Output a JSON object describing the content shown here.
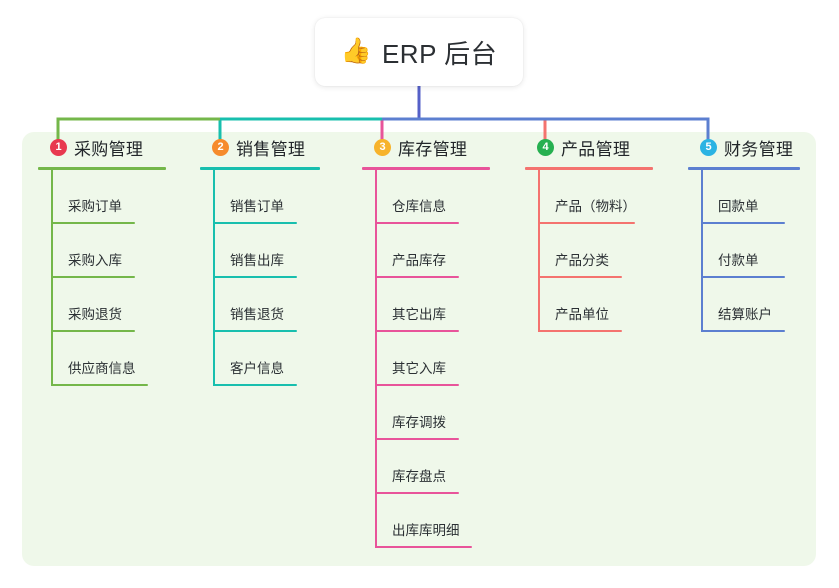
{
  "root": {
    "icon": "thumbs-up-icon",
    "icon_glyph": "👍",
    "title": "ERP 后台"
  },
  "colors": {
    "panel_background": "#eff8ea",
    "page_background": "#ffffff",
    "root_stem": "#5560c8",
    "col1": "#74b74a",
    "col2": "#18bfae",
    "col3": "#e8549a",
    "col4": "#f4736f",
    "col5": "#5c7fd0",
    "badge1": "#e8394f",
    "badge2": "#f68b2c",
    "badge3": "#f7b32b",
    "badge4": "#26b050",
    "badge5": "#2bb3e3"
  },
  "columns": [
    {
      "number": "1",
      "title": "采购管理",
      "badge_color": "#e8394f",
      "line_color": "#74b74a",
      "items": [
        "采购订单",
        "采购入库",
        "采购退货",
        "供应商信息"
      ]
    },
    {
      "number": "2",
      "title": "销售管理",
      "badge_color": "#f68b2c",
      "line_color": "#18bfae",
      "items": [
        "销售订单",
        "销售出库",
        "销售退货",
        "客户信息"
      ]
    },
    {
      "number": "3",
      "title": "库存管理",
      "badge_color": "#f7b32b",
      "line_color": "#e8549a",
      "items": [
        "仓库信息",
        "产品库存",
        "其它出库",
        "其它入库",
        "库存调拨",
        "库存盘点",
        "出库库明细"
      ]
    },
    {
      "number": "4",
      "title": "产品管理",
      "badge_color": "#26b050",
      "line_color": "#f4736f",
      "items": [
        "产品（物料）",
        "产品分类",
        "产品单位"
      ]
    },
    {
      "number": "5",
      "title": "财务管理",
      "badge_color": "#2bb3e3",
      "line_color": "#5c7fd0",
      "items": [
        "回款单",
        "付款单",
        "结算账户"
      ]
    }
  ]
}
